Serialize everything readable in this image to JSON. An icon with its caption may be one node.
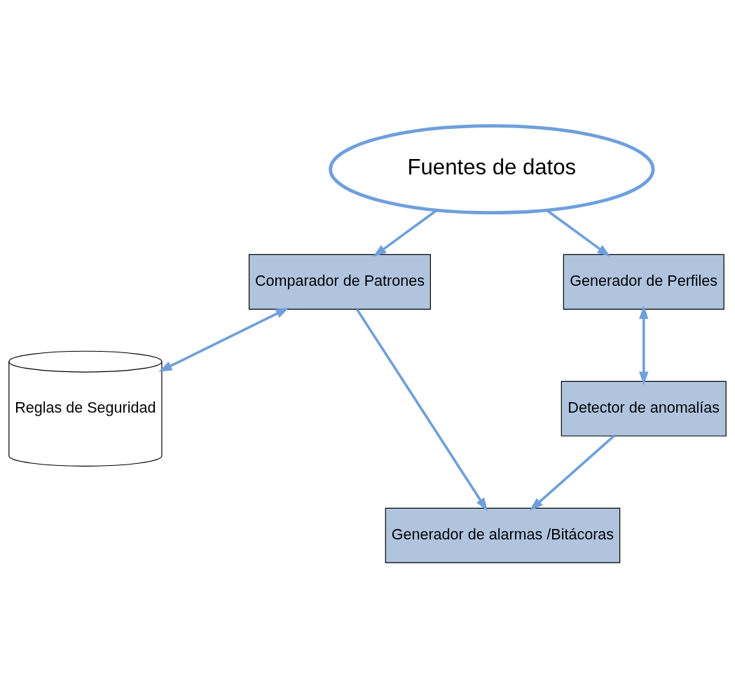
{
  "diagram": {
    "nodes": [
      {
        "text": [
          "Fuentes de datos"
        ]
      },
      {
        "text": [
          "Comparador de Patrones"
        ]
      },
      {
        "text": [
          "Generador de Perfiles"
        ]
      },
      {
        "text": [
          "Reglas de Seguridad"
        ]
      },
      {
        "text": [
          "Detector de anomalías"
        ]
      },
      {
        "text": [
          "Generador de alarmas /Bitácoras"
        ]
      }
    ],
    "edges": [
      {
        "from": 0,
        "to": 1,
        "arrow": "to"
      },
      {
        "from": 0,
        "to": 2,
        "arrow": "to"
      },
      {
        "from": 1,
        "to": 3,
        "arrow": "both"
      },
      {
        "from": 2,
        "to": 4,
        "arrow": "both"
      },
      {
        "from": 1,
        "to": 5,
        "arrow": "to"
      },
      {
        "from": 4,
        "to": 5,
        "arrow": "to"
      }
    ]
  }
}
